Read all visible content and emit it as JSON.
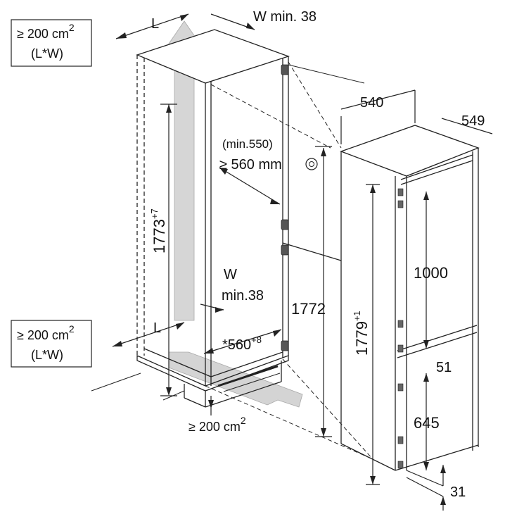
{
  "labels": {
    "vent_top_area": "≥ 200 cm",
    "vent_top_area_sup": "2",
    "vent_top_formula": "(L*W)",
    "vent_bottom_area": "≥ 200 cm",
    "vent_bottom_area_sup": "2",
    "vent_bottom_formula": "(L*W)",
    "vent_floor_area": "≥ 200 cm",
    "vent_floor_area_sup": "2",
    "L_top": "L",
    "L_bottom": "L",
    "W_min_top": "W min. 38",
    "W_bottom_letter": "W",
    "W_bottom_min": "min.38",
    "depth_min_old": "(min.550)",
    "depth_min": "≥ 560 mm",
    "niche_height": "1773",
    "niche_height_tol": "+7",
    "cabinet_height": "1772",
    "niche_width": "*560",
    "niche_width_tol": "+8",
    "fridge_width": "540",
    "fridge_depth": "549",
    "fridge_height": "1779",
    "fridge_height_tol": "+1",
    "door_upper": "1000",
    "door_gap": "51",
    "door_lower": "645",
    "door_bottom": "31"
  },
  "colors": {
    "line": "#222222",
    "hatch": "#444444",
    "airflow": "#cfcfcf",
    "airflow_edge": "#9a9a9a"
  }
}
